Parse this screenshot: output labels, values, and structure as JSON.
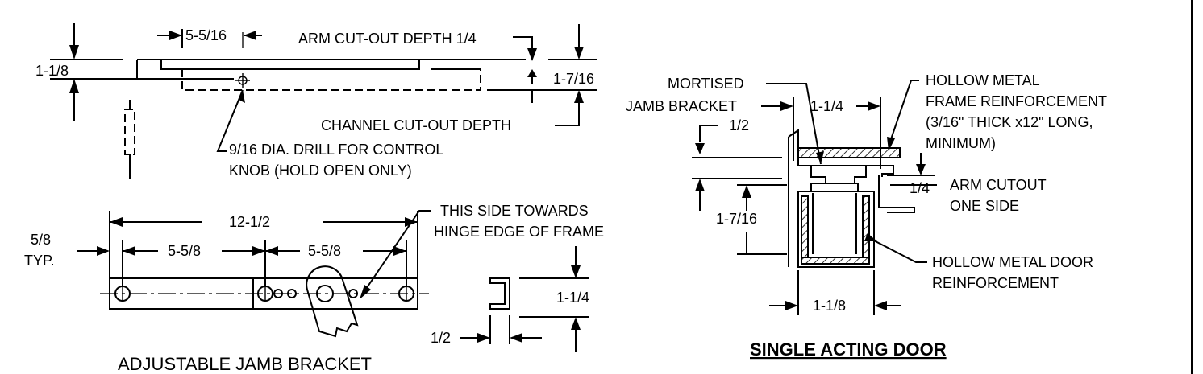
{
  "top_view": {
    "dim_5_5_16": "5-5/16",
    "arm_cutout_depth": "ARM CUT-OUT DEPTH 1/4",
    "dim_1_1_8": "1-1/8",
    "dim_1_7_16": "1-7/16",
    "channel_cutout_depth": "CHANNEL CUT-OUT DEPTH",
    "drill_note_line1": "9/16 DIA. DRILL FOR CONTROL",
    "drill_note_line2": "KNOB (HOLD OPEN ONLY)"
  },
  "bracket_view": {
    "title": "ADJUSTABLE JAMB BRACKET",
    "dim_12_1_2": "12-1/2",
    "dim_5_5_8_left": "5-5/8",
    "dim_5_5_8_right": "5-5/8",
    "dim_5_8": "5/8",
    "typ": "TYP.",
    "this_side_line1": "THIS SIDE TOWARDS",
    "this_side_line2": "HINGE EDGE OF FRAME",
    "dim_1_1_4": "1-1/4",
    "dim_1_2": "1/2"
  },
  "section_view": {
    "title": "SINGLE ACTING DOOR",
    "mortised_line1": "MORTISED",
    "mortised_line2": "JAMB BRACKET",
    "dim_1_1_4": "1-1/4",
    "dim_1_2": "1/2",
    "hollow_frame_line1": "HOLLOW METAL",
    "hollow_frame_line2": "FRAME REINFORCEMENT",
    "hollow_frame_line3": "(3/16\" THICK x12\" LONG,",
    "hollow_frame_line4": "MINIMUM)",
    "dim_1_4": "1/4",
    "arm_cutout_line1": "ARM CUTOUT",
    "arm_cutout_line2": "ONE SIDE",
    "dim_1_7_16": "1-7/16",
    "hollow_door_line1": "HOLLOW METAL DOOR",
    "hollow_door_line2": "REINFORCEMENT",
    "dim_1_1_8": "1-1/8"
  }
}
